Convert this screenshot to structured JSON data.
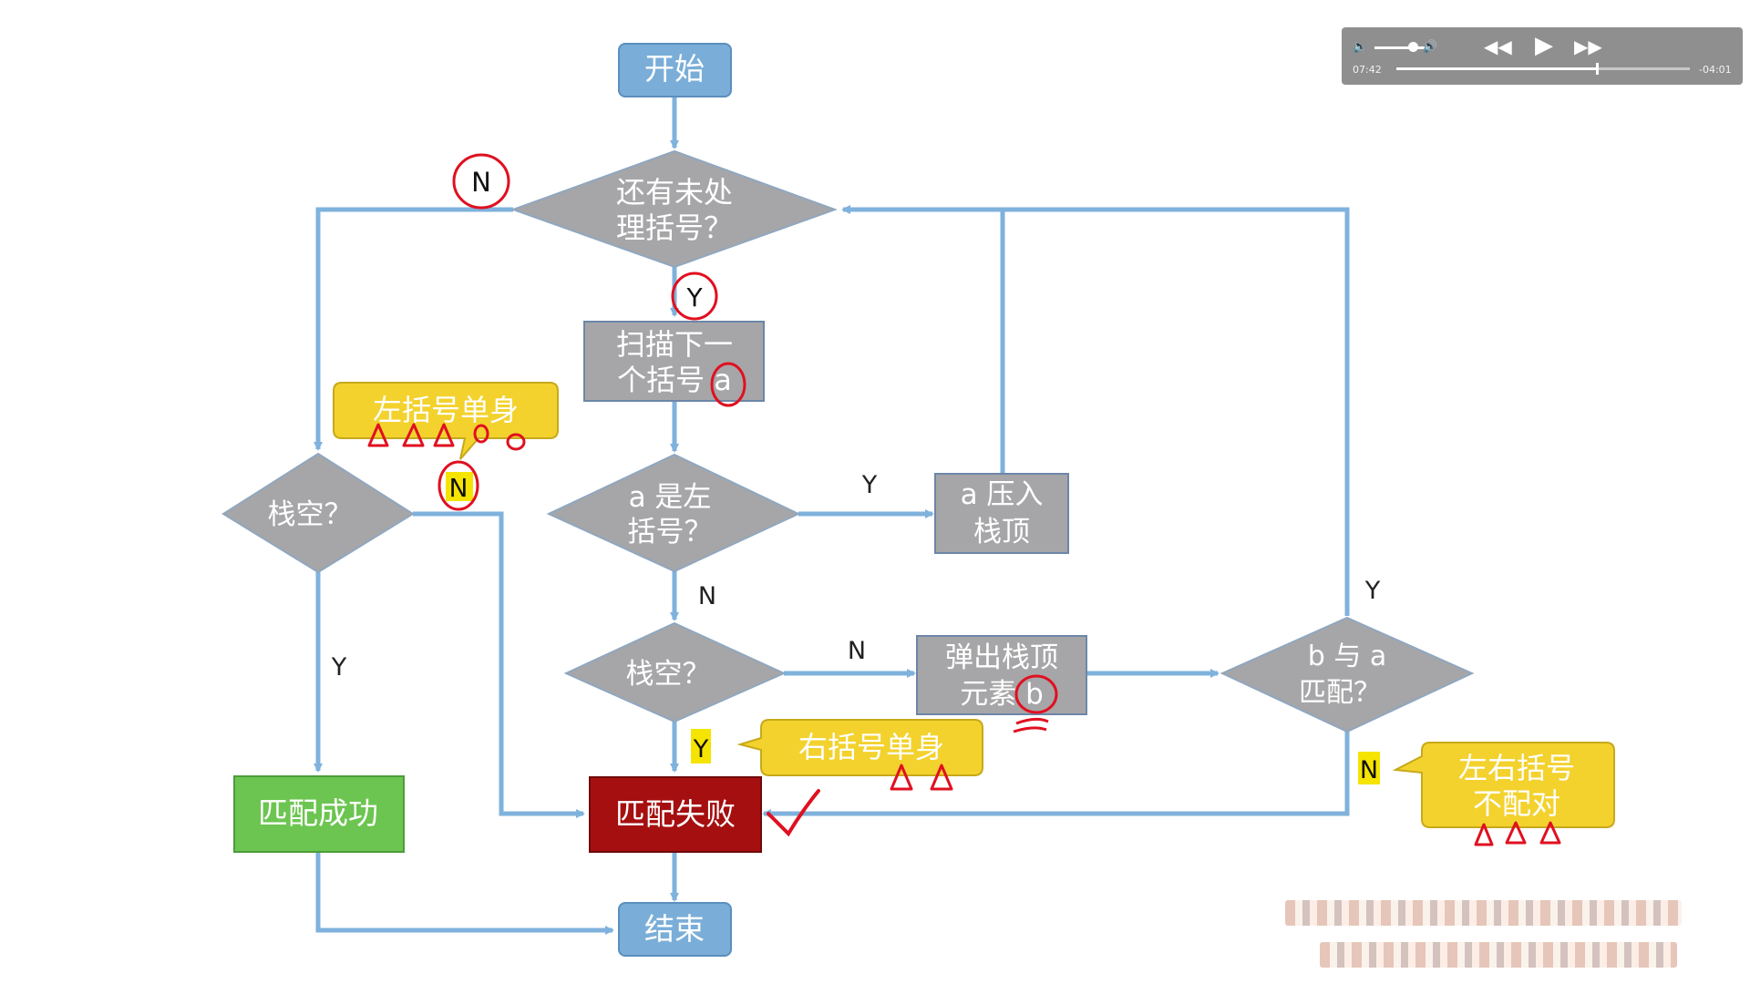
{
  "flowchart": {
    "start": "开始",
    "end": "结束",
    "q_unprocessed": [
      "还有未处",
      "理括号？"
    ],
    "scan": [
      "扫描下一",
      "个括号 a"
    ],
    "q_is_left": [
      "a 是左",
      "括号？"
    ],
    "push": [
      "a 压入",
      "栈顶"
    ],
    "q_empty_left": "栈空？",
    "q_empty_mid": "栈空？",
    "pop": [
      "弹出栈顶",
      "元素 b"
    ],
    "q_match": [
      "b 与 a",
      "匹配？"
    ],
    "success": "匹配成功",
    "fail": "匹配失败",
    "note_left_single": "左括号单身",
    "note_right_single": "右括号单身",
    "note_mismatch": [
      "左右括号",
      "不配对"
    ],
    "label_y": "Y",
    "label_n": "N"
  },
  "annotations": {
    "circled": [
      "N",
      "Y",
      "a",
      "N",
      "b"
    ],
    "highlighted_y": "Y",
    "highlighted_n": "N",
    "check": "✓"
  },
  "player": {
    "elapsed": "07:42",
    "remaining": "-04:01",
    "progress": 0.68,
    "volume": 0.65,
    "icons": [
      "speaker-low-icon",
      "speaker-high-icon",
      "rewind-icon",
      "play-icon",
      "fast-forward-icon"
    ]
  },
  "colors": {
    "connector": "#7fb2dc",
    "terminal": "#7aaed8",
    "process_gray": "#a6a6a8",
    "success_green": "#6cc551",
    "fail_red": "#a50f10",
    "note_yellow": "#f3d22e",
    "annotation_red": "#e01020"
  }
}
